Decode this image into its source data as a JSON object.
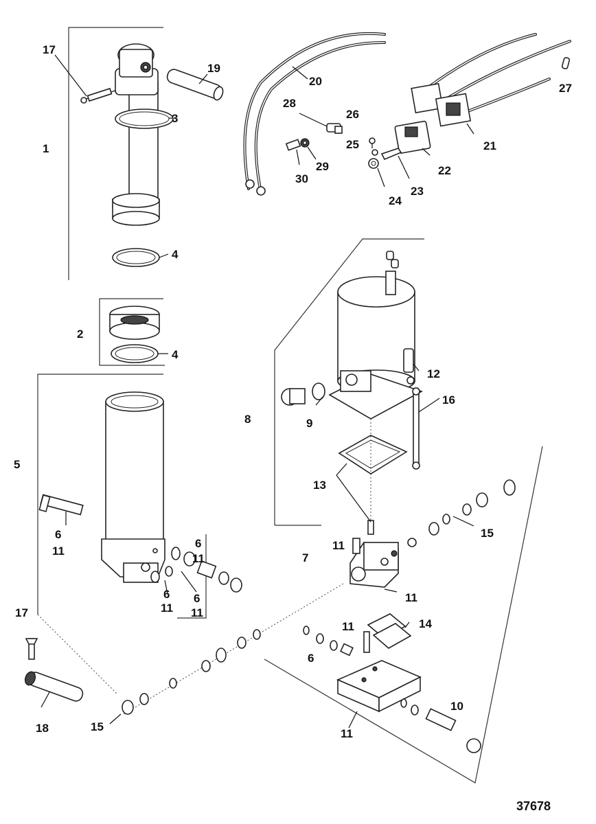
{
  "figure_number": "37678",
  "callouts": [
    {
      "id": "c1",
      "label": "1"
    },
    {
      "id": "c2",
      "label": "2"
    },
    {
      "id": "c3",
      "label": "3"
    },
    {
      "id": "c4a",
      "label": "4"
    },
    {
      "id": "c4b",
      "label": "4"
    },
    {
      "id": "c5",
      "label": "5"
    },
    {
      "id": "c6a",
      "label": "6"
    },
    {
      "id": "c11a",
      "label": "11"
    },
    {
      "id": "c6b",
      "label": "6"
    },
    {
      "id": "c11b",
      "label": "11"
    },
    {
      "id": "c6c",
      "label": "6"
    },
    {
      "id": "c11c",
      "label": "11"
    },
    {
      "id": "c6d",
      "label": "6"
    },
    {
      "id": "c11d",
      "label": "11"
    },
    {
      "id": "c6e",
      "label": "6"
    },
    {
      "id": "c7",
      "label": "7"
    },
    {
      "id": "c8",
      "label": "8"
    },
    {
      "id": "c9",
      "label": "9"
    },
    {
      "id": "c10",
      "label": "10"
    },
    {
      "id": "c11e",
      "label": "11"
    },
    {
      "id": "c11f",
      "label": "11"
    },
    {
      "id": "c11g",
      "label": "11"
    },
    {
      "id": "c11h",
      "label": "11"
    },
    {
      "id": "c12",
      "label": "12"
    },
    {
      "id": "c13",
      "label": "13"
    },
    {
      "id": "c14",
      "label": "14"
    },
    {
      "id": "c15a",
      "label": "15"
    },
    {
      "id": "c15b",
      "label": "15"
    },
    {
      "id": "c16",
      "label": "16"
    },
    {
      "id": "c17a",
      "label": "17"
    },
    {
      "id": "c17b",
      "label": "17"
    },
    {
      "id": "c18",
      "label": "18"
    },
    {
      "id": "c19",
      "label": "19"
    },
    {
      "id": "c20",
      "label": "20"
    },
    {
      "id": "c21",
      "label": "21"
    },
    {
      "id": "c22",
      "label": "22"
    },
    {
      "id": "c23",
      "label": "23"
    },
    {
      "id": "c24",
      "label": "24"
    },
    {
      "id": "c25",
      "label": "25"
    },
    {
      "id": "c26",
      "label": "26"
    },
    {
      "id": "c27",
      "label": "27"
    },
    {
      "id": "c28",
      "label": "28"
    },
    {
      "id": "c29",
      "label": "29"
    },
    {
      "id": "c30",
      "label": "30"
    }
  ]
}
